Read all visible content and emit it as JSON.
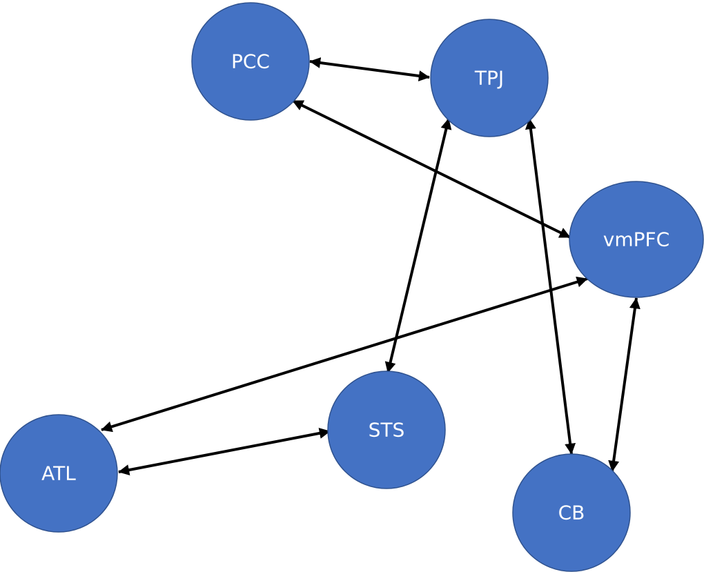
{
  "colors": {
    "node_fill": "#4472c4",
    "node_text": "#ffffff",
    "edge": "#000000",
    "background": "#ffffff"
  },
  "nodes": [
    {
      "id": "PCC",
      "label": "PCC"
    },
    {
      "id": "TPJ",
      "label": "TPJ"
    },
    {
      "id": "vmPFC",
      "label": "vmPFC"
    },
    {
      "id": "STS",
      "label": "STS"
    },
    {
      "id": "ATL",
      "label": "ATL"
    },
    {
      "id": "CB",
      "label": "CB"
    }
  ],
  "edges": [
    {
      "from": "PCC",
      "to": "TPJ",
      "direction": "bidirectional"
    },
    {
      "from": "PCC",
      "to": "vmPFC",
      "direction": "bidirectional"
    },
    {
      "from": "TPJ",
      "to": "STS",
      "direction": "bidirectional"
    },
    {
      "from": "TPJ",
      "to": "CB",
      "direction": "bidirectional"
    },
    {
      "from": "vmPFC",
      "to": "ATL",
      "direction": "bidirectional"
    },
    {
      "from": "vmPFC",
      "to": "CB",
      "direction": "bidirectional"
    },
    {
      "from": "ATL",
      "to": "STS",
      "direction": "bidirectional"
    }
  ]
}
